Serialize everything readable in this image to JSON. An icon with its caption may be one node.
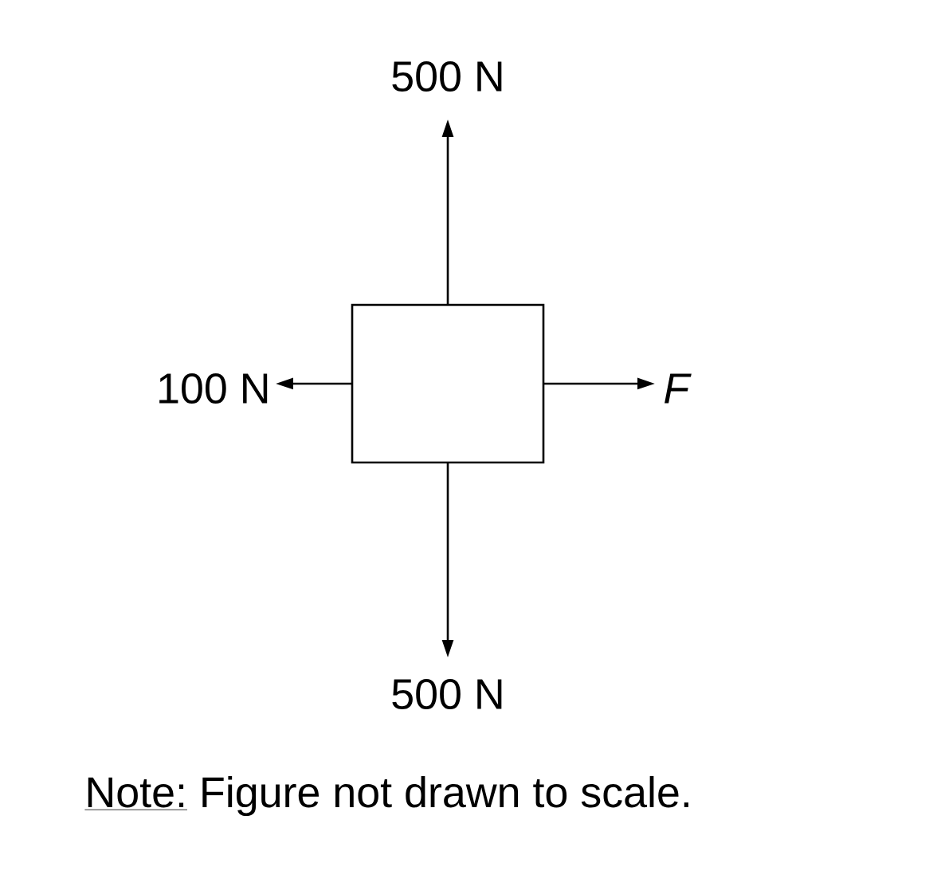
{
  "diagram": {
    "nodes": [
      {
        "text": [],
        "shape": "box"
      }
    ],
    "labels": [
      "500 N",
      "100 N",
      "F",
      "500 N",
      "Note:",
      "Figure not drawn to scale."
    ]
  }
}
